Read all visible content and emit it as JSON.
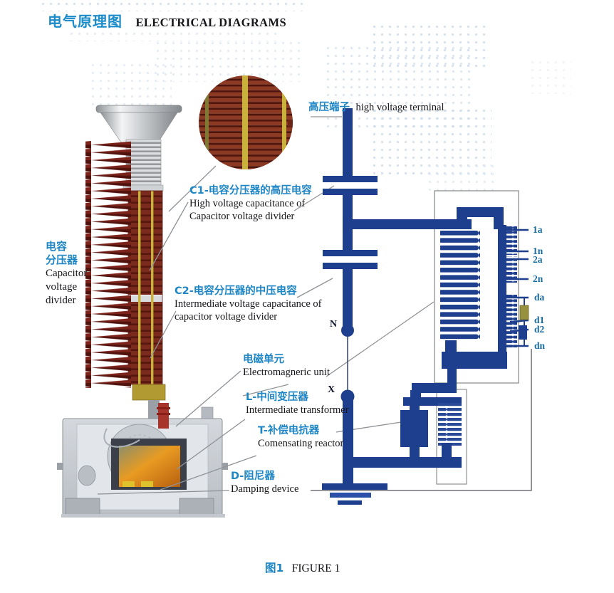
{
  "page": {
    "title_zh": "电气原理图",
    "title_en": "ELECTRICAL DIAGRAMS",
    "caption_zh": "图1",
    "caption_en": "FIGURE 1"
  },
  "colors": {
    "accent_blue": "#1e86c5",
    "title_blue": "#1b8cc9",
    "circuit_navy": "#1e3e8e",
    "terminal_label_blue": "#176a9f",
    "leader_gray": "#8f9296",
    "insulator_red": "#6b1d16",
    "dot_pattern_blue": "#cfdcec"
  },
  "labels": {
    "hv_terminal": {
      "zh": "高压端子",
      "en": "high voltage terminal"
    },
    "capacitor_divider": {
      "zh1": "电容",
      "zh2": "分压器",
      "en1": "Capacitor",
      "en2": "voltage",
      "en3": "divider"
    },
    "c1": {
      "zh": "C1-电容分压器的高压电容",
      "en1": "High voltage capacitance of",
      "en2": "Capacitor voltage divider"
    },
    "c2": {
      "zh": "C2-电容分压器的中压电容",
      "en1": "Intermediate voltage capacitance of",
      "en2": "capacitor voltage divider"
    },
    "em_unit": {
      "zh": "电磁单元",
      "en": "Electromagneric unit"
    },
    "l_transformer": {
      "zh": "L-中间变压器",
      "en": "Intermediate transformer"
    },
    "t_reactor": {
      "zh": "T-补偿电抗器",
      "en": "Comensating reactor"
    },
    "d_damper": {
      "zh": "D-阻尼器",
      "en": "Damping device"
    }
  },
  "circuit": {
    "node_n": "N",
    "node_x": "X",
    "terminals": [
      "1a",
      "1n",
      "2a",
      "2n",
      "da",
      "d1",
      "d2",
      "dn"
    ]
  }
}
